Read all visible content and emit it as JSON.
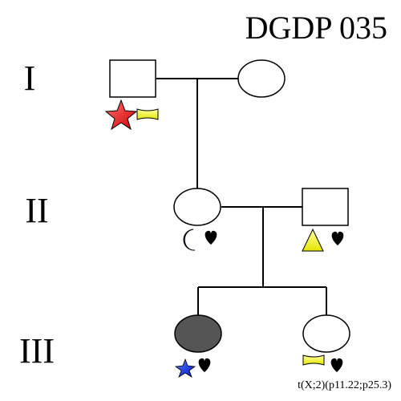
{
  "title": "DGDP 035",
  "generations": [
    "I",
    "II",
    "III"
  ],
  "note": "t(X;2)(p11.22;p25.3)",
  "colors": {
    "unaffected": "#ffffff",
    "affected": "#555555",
    "star_red": "#ff2020",
    "star_blue": "#1f3fff",
    "rect_yellow": "#ffff00",
    "triangle_yellow": "#ffff00",
    "moon_purple": "#7b2cd9",
    "heart_black": "#000000"
  },
  "members": [
    {
      "id": "I-1",
      "sex": "male",
      "affected": false,
      "symbols": [
        "star-red-icon",
        "yellow-rect-icon"
      ]
    },
    {
      "id": "I-2",
      "sex": "female",
      "affected": false,
      "symbols": []
    },
    {
      "id": "II-1",
      "sex": "female",
      "affected": false,
      "symbols": [
        "purple-moon-icon",
        "black-heart-icon"
      ]
    },
    {
      "id": "II-2",
      "sex": "male",
      "affected": false,
      "symbols": [
        "yellow-triangle-icon",
        "black-heart-icon"
      ]
    },
    {
      "id": "III-1",
      "sex": "female",
      "affected": true,
      "symbols": [
        "blue-star-icon",
        "black-heart-icon"
      ]
    },
    {
      "id": "III-2",
      "sex": "female",
      "affected": false,
      "symbols": [
        "yellow-rect-icon",
        "black-heart-icon"
      ]
    }
  ]
}
